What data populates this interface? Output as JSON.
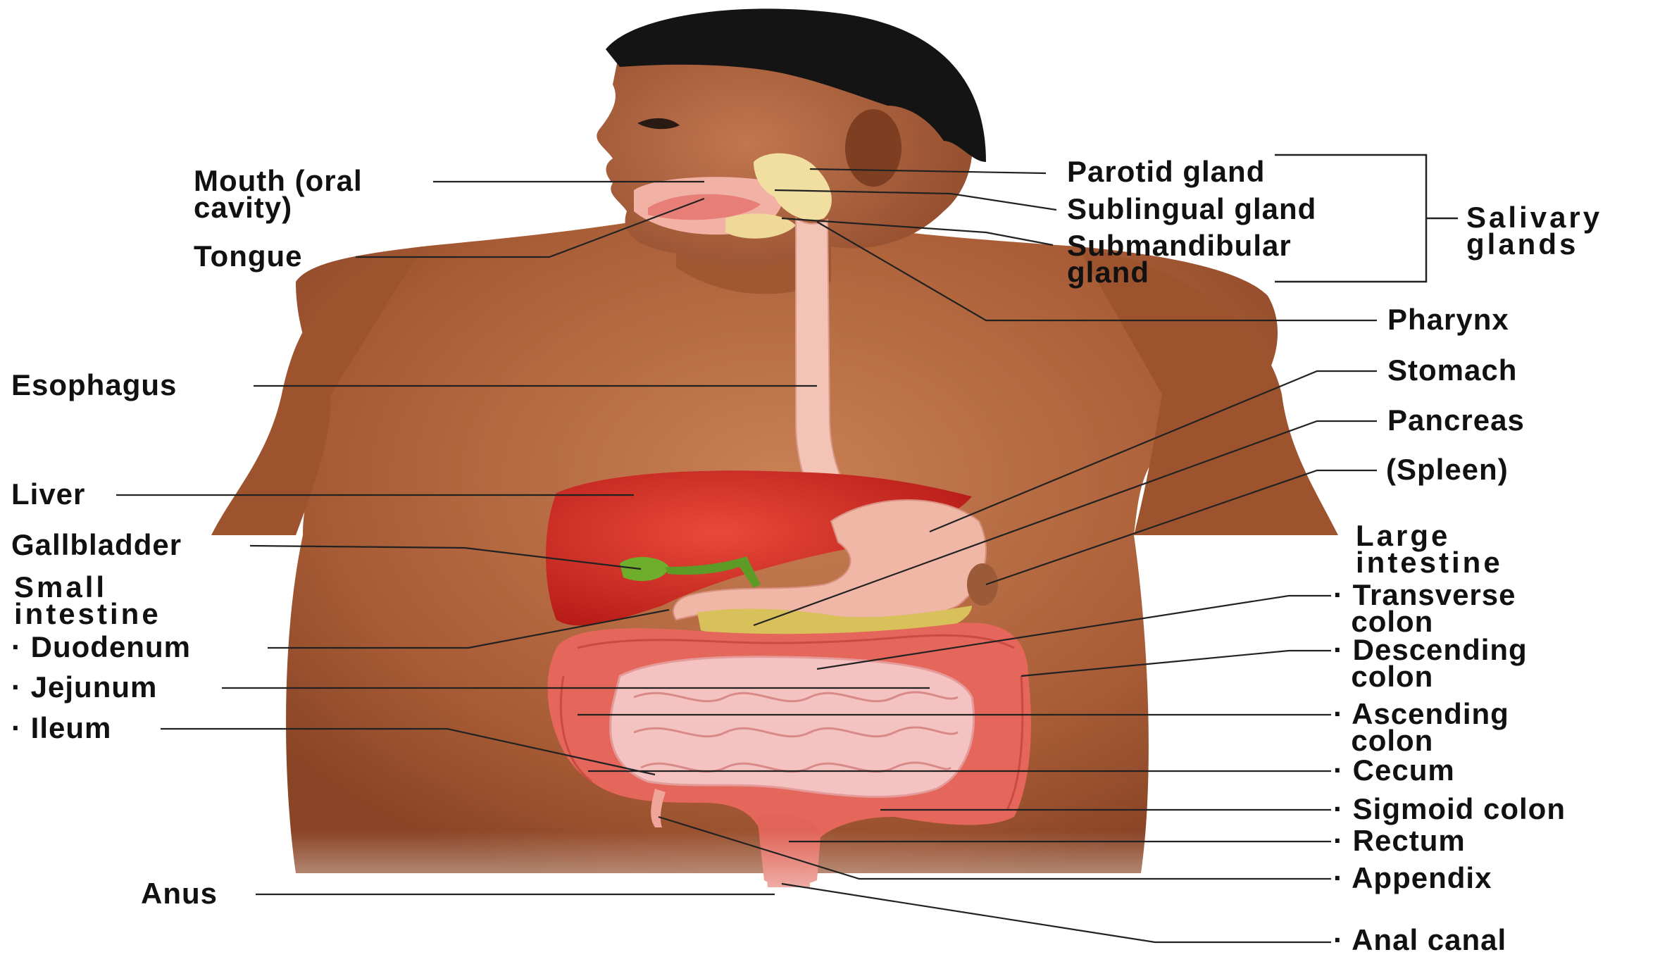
{
  "labels": {
    "mouth": "Mouth (oral\ncavity)",
    "tongue": "Tongue",
    "esophagus": "Esophagus",
    "liver": "Liver",
    "gallbladder": "Gallbladder",
    "small_intestine": "Small\nintestine",
    "duodenum": "· Duodenum",
    "jejunum": "· Jejunum",
    "ileum": "· Ileum",
    "anus": "Anus",
    "parotid": "Parotid gland",
    "sublingual": "Sublingual gland",
    "submandibular": "Submandibular\ngland",
    "salivary": "Salivary\nglands",
    "pharynx": "Pharynx",
    "stomach": "Stomach",
    "pancreas": "Pancreas",
    "spleen": "(Spleen)",
    "large_intestine": "Large\nintestine",
    "transverse": "· Transverse\n  colon",
    "descending": "· Descending\n  colon",
    "ascending": "· Ascending\n  colon",
    "cecum": "· Cecum",
    "sigmoid": "· Sigmoid colon",
    "rectum": "· Rectum",
    "appendix": "· Appendix",
    "anal_canal": "· Anal canal"
  },
  "colors": {
    "skin": "#b86a43",
    "skin_dark": "#8a4526",
    "hair": "#141414",
    "liver": "#d42a22",
    "gallbladder": "#6fae2c",
    "stomach": "#f0b6a6",
    "pancreas": "#d8c05a",
    "colon": "#e5665a",
    "small_intestine": "#f4c2c0",
    "esophagus": "#f3c3b5",
    "leader": "#222222"
  }
}
